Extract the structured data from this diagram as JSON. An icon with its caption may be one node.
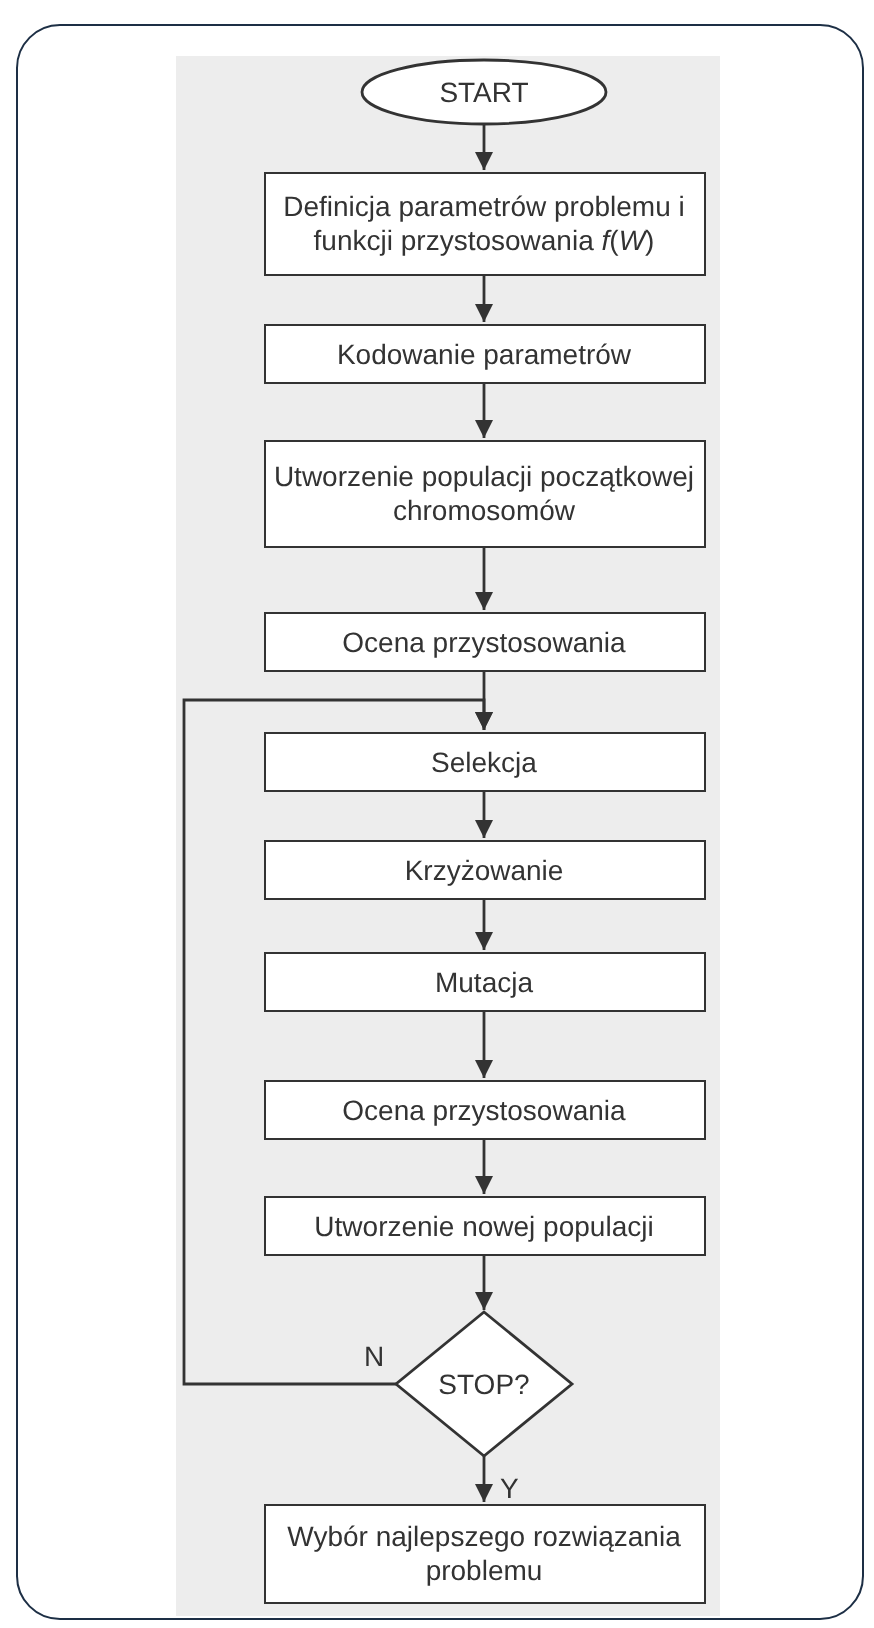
{
  "diagram": {
    "nodes": [
      {
        "text": [
          "START"
        ]
      },
      {
        "text": [
          "Definicja parametrów problemu i funkcji przystosowania *f*(*W*)"
        ]
      },
      {
        "text": [
          "Kodowanie parametrów"
        ]
      },
      {
        "text": [
          "Utworzenie populacji początkowej chromosomów"
        ]
      },
      {
        "text": [
          "Ocena przystosowania"
        ]
      },
      {
        "text": [
          "Selekcja"
        ]
      },
      {
        "text": [
          "Krzyżowanie"
        ]
      },
      {
        "text": [
          "Mutacja"
        ]
      },
      {
        "text": [
          "Ocena przystosowania"
        ]
      },
      {
        "text": [
          "Utworzenie nowej populacji"
        ]
      },
      {
        "text": [
          "STOP?"
        ]
      },
      {
        "text": [
          "Wybór najlepszego rozwiązania problemu"
        ]
      }
    ],
    "edges": [
      {
        "from": 0,
        "to": 1,
        "arrow": "to"
      },
      {
        "from": 1,
        "to": 2,
        "arrow": "to"
      },
      {
        "from": 2,
        "to": 3,
        "arrow": "to"
      },
      {
        "from": 3,
        "to": 4,
        "arrow": "to"
      },
      {
        "from": 4,
        "to": 5,
        "arrow": "to"
      },
      {
        "from": 5,
        "to": 6,
        "arrow": "to"
      },
      {
        "from": 6,
        "to": 7,
        "arrow": "to"
      },
      {
        "from": 7,
        "to": 8,
        "arrow": "to"
      },
      {
        "from": 8,
        "to": 9,
        "arrow": "to"
      },
      {
        "from": 9,
        "to": 10,
        "arrow": "to"
      },
      {
        "from": 10,
        "to": 5,
        "arrow": "to",
        "label": "N"
      },
      {
        "from": 10,
        "to": 11,
        "arrow": "to",
        "label": "Y"
      }
    ]
  }
}
